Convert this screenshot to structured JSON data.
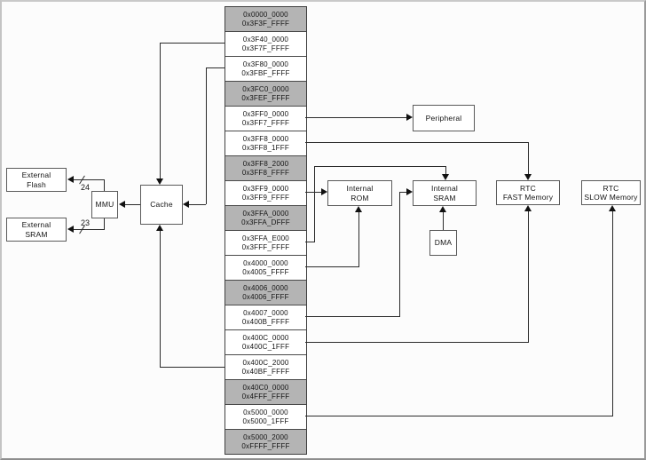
{
  "diagram": {
    "memory_map": {
      "cells": [
        {
          "range_start": "0x0000_0000",
          "range_end": "0x3F3F_FFFF",
          "shaded": true
        },
        {
          "range_start": "0x3F40_0000",
          "range_end": "0x3F7F_FFFF",
          "shaded": false
        },
        {
          "range_start": "0x3F80_0000",
          "range_end": "0x3FBF_FFFF",
          "shaded": false
        },
        {
          "range_start": "0x3FC0_0000",
          "range_end": "0x3FEF_FFFF",
          "shaded": true
        },
        {
          "range_start": "0x3FF0_0000",
          "range_end": "0x3FF7_FFFF",
          "shaded": false
        },
        {
          "range_start": "0x3FF8_0000",
          "range_end": "0x3FF8_1FFF",
          "shaded": false
        },
        {
          "range_start": "0x3FF8_2000",
          "range_end": "0x3FF8_FFFF",
          "shaded": true
        },
        {
          "range_start": "0x3FF9_0000",
          "range_end": "0x3FF9_FFFF",
          "shaded": false
        },
        {
          "range_start": "0x3FFA_0000",
          "range_end": "0x3FFA_DFFF",
          "shaded": true
        },
        {
          "range_start": "0x3FFA_E000",
          "range_end": "0x3FFF_FFFF",
          "shaded": false
        },
        {
          "range_start": "0x4000_0000",
          "range_end": "0x4005_FFFF",
          "shaded": false
        },
        {
          "range_start": "0x4006_0000",
          "range_end": "0x4006_FFFF",
          "shaded": true
        },
        {
          "range_start": "0x4007_0000",
          "range_end": "0x400B_FFFF",
          "shaded": false
        },
        {
          "range_start": "0x400C_0000",
          "range_end": "0x400C_1FFF",
          "shaded": false
        },
        {
          "range_start": "0x400C_2000",
          "range_end": "0x40BF_FFFF",
          "shaded": false
        },
        {
          "range_start": "0x40C0_0000",
          "range_end": "0x4FFF_FFFF",
          "shaded": true
        },
        {
          "range_start": "0x5000_0000",
          "range_end": "0x5000_1FFF",
          "shaded": false
        },
        {
          "range_start": "0x5000_2000",
          "range_end": "0xFFFF_FFFF",
          "shaded": true
        }
      ]
    },
    "blocks": {
      "external_flash": {
        "line1": "External",
        "line2": "Flash"
      },
      "external_sram": {
        "line1": "External",
        "line2": "SRAM"
      },
      "mmu": {
        "label": "MMU"
      },
      "cache": {
        "label": "Cache"
      },
      "peripheral": {
        "label": "Peripheral"
      },
      "internal_rom": {
        "line1": "Internal",
        "line2": "ROM"
      },
      "internal_sram": {
        "line1": "Internal",
        "line2": "SRAM"
      },
      "dma": {
        "label": "DMA"
      },
      "rtc_fast_memory": {
        "line1": "RTC",
        "line2": "FAST Memory"
      },
      "rtc_slow_memory": {
        "line1": "RTC",
        "line2": "SLOW Memory"
      }
    },
    "bus_width_labels": {
      "flash_bus": "24",
      "sram_bus": "23"
    },
    "colors": {
      "shaded_cell": "#b4b4b4",
      "unshaded_cell": "#ffffff",
      "line": "#2b2b2b",
      "cell_border": "#4a4a4a",
      "box_border": "#5a5a5a",
      "background": "#fcfcfc"
    }
  }
}
